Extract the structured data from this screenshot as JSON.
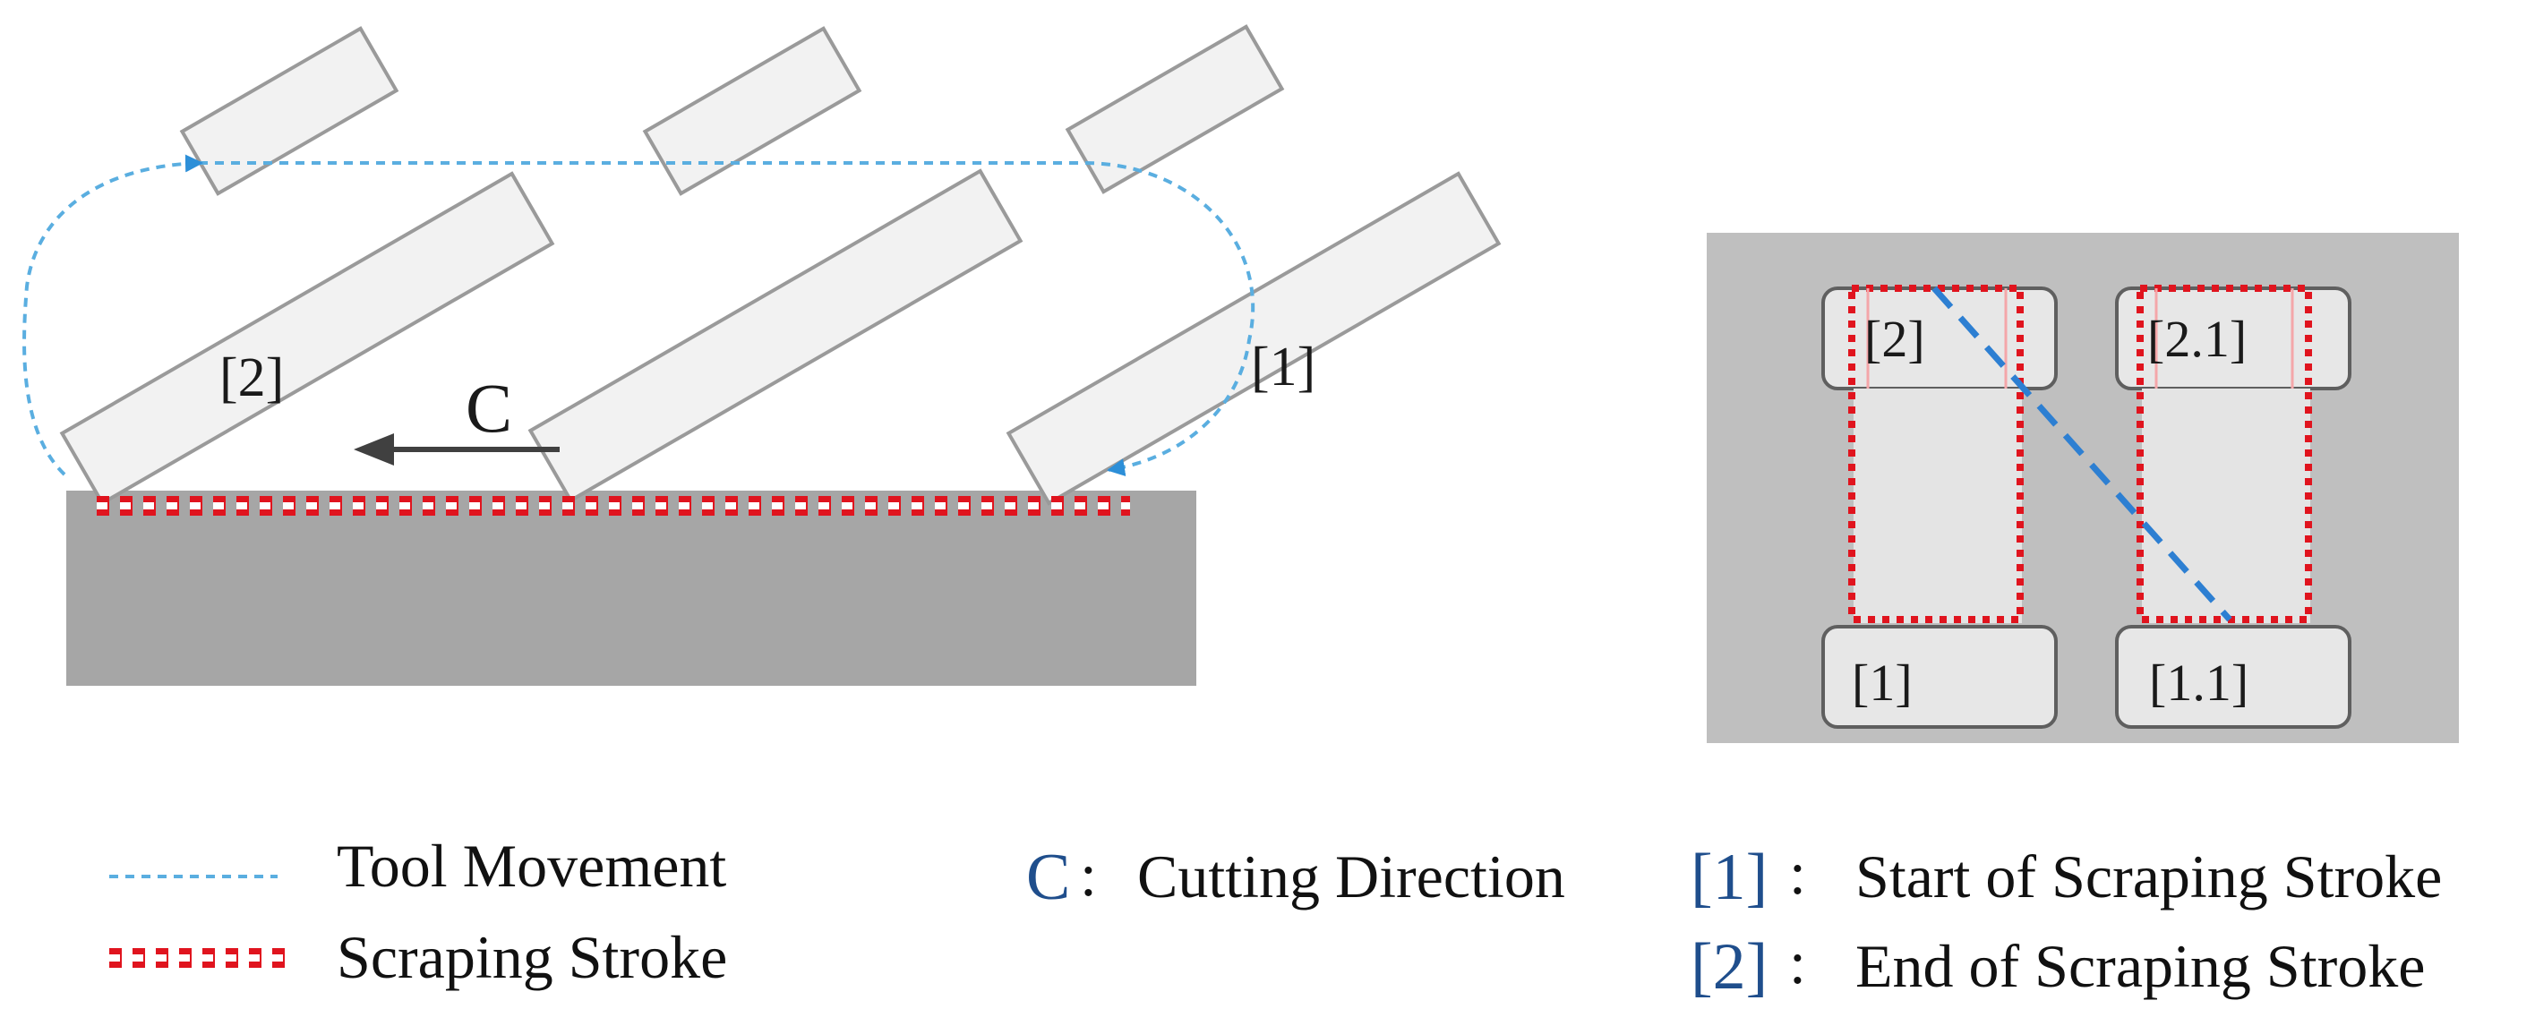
{
  "diagram": {
    "labels": {
      "end_stroke": "[2]",
      "start_stroke": "[1]",
      "cutting_dir": "C"
    },
    "inset": {
      "pad_top_left": "[2]",
      "pad_top_right": "[2.1]",
      "pad_bottom_left": "[1]",
      "pad_bottom_right": "[1.1]"
    },
    "legend": {
      "tool_movement": "Tool Movement",
      "scraping_stroke": "Scraping  Stroke",
      "c_symbol": "C",
      "c_colon": ":",
      "cutting_direction": "Cutting  Direction",
      "start_symbol": "[1]",
      "start_colon": ":",
      "start_text": "Start of Scraping Stroke",
      "end_symbol": "[2]",
      "end_colon": ":",
      "end_text": "End of Scraping Stroke"
    },
    "colors": {
      "tool_movement": "#5aaee0",
      "scraping_stroke": "#e0141e",
      "workpiece": "#a6a6a6",
      "inset_background": "#bfbfbf",
      "legend_symbols": "#1f4e8c"
    }
  }
}
